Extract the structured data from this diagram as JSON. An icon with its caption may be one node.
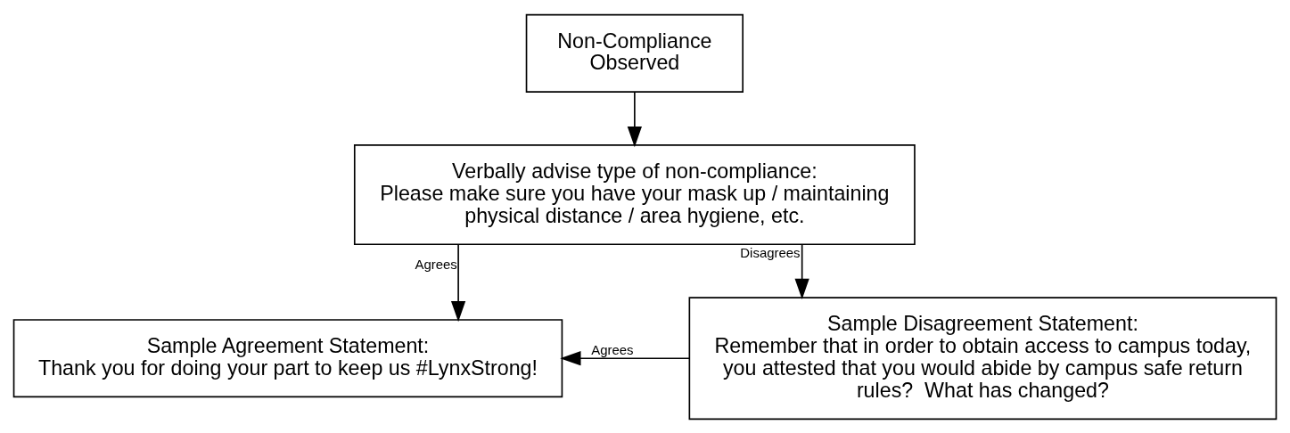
{
  "diagram": {
    "nodes": [
      {
        "text": [
          "Non-Compliance Observed"
        ]
      },
      {
        "text": [
          "Verbally advise type of non-compliance:",
          "Please make sure you have your mask up / maintaining physical distance / area hygiene, etc."
        ]
      },
      {
        "text": [
          "Sample Agreement Statement:",
          "Thank you for doing your part to keep us #LynxStrong!"
        ]
      },
      {
        "text": [
          "Sample Disagreement Statement:",
          "Remember that in order to obtain access to campus today, you attested that you would abide by campus safe return rules?  What has changed?"
        ]
      }
    ],
    "edges": [
      {
        "from": 0,
        "to": 1,
        "arrow": "to"
      },
      {
        "from": 1,
        "to": 2,
        "arrow": "to",
        "label": "Agrees"
      },
      {
        "from": 1,
        "to": 3,
        "arrow": "to",
        "label": "Disagrees"
      },
      {
        "from": 3,
        "to": 2,
        "arrow": "to",
        "label": "Agrees"
      }
    ]
  }
}
